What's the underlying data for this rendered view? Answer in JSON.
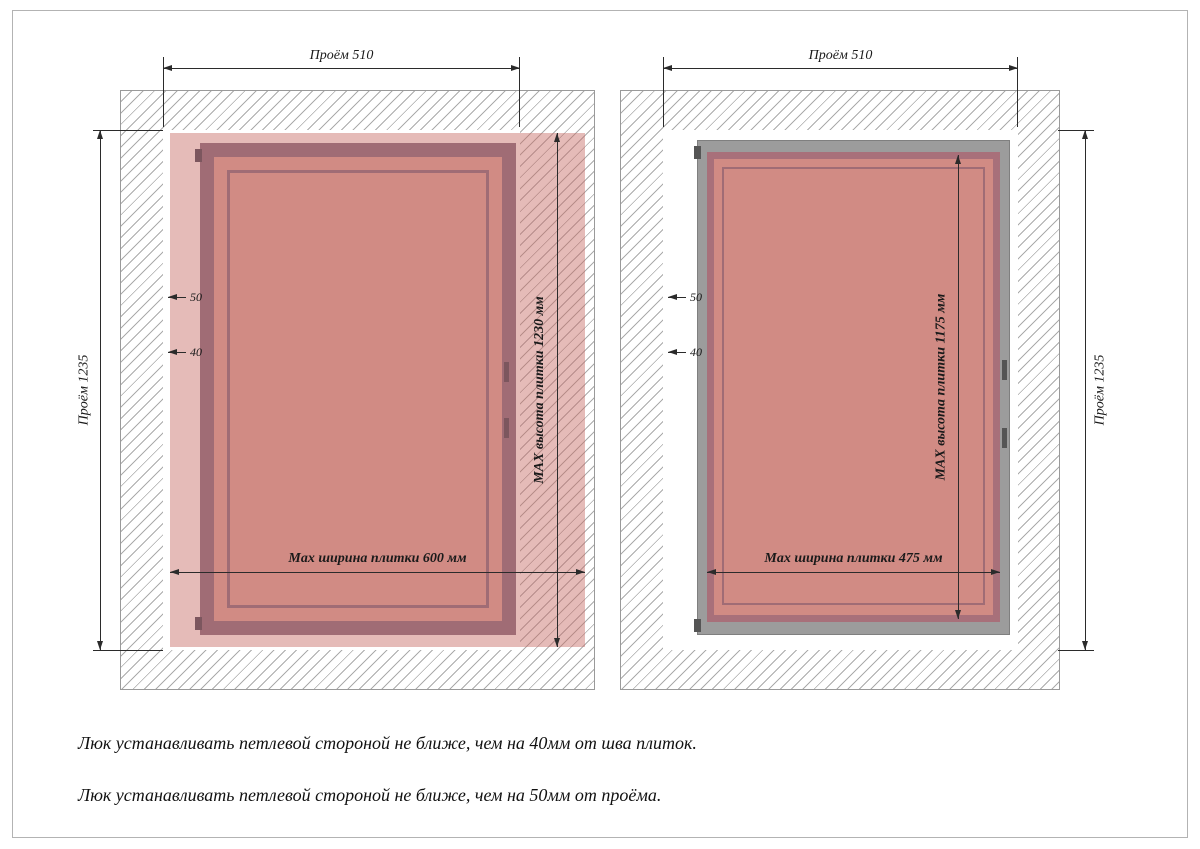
{
  "sheet": {
    "notes": [
      "Люк устанавливать петлевой стороной не ближе, чем на 40мм от шва плиток.",
      "Люк устанавливать петлевой стороной не ближе, чем на 50мм от проёма."
    ]
  },
  "left_view": {
    "opening_width": "Проём 510",
    "opening_height": "Проём 1235",
    "tile_height": "MAX высота плитки 1230 мм",
    "tile_width": "Max ширина плитки 600 мм",
    "offset_upper": "50",
    "offset_lower": "40"
  },
  "right_view": {
    "opening_width": "Проём 510",
    "opening_height": "Проём 1235",
    "tile_height": "MAX высота плитки 1175 мм",
    "tile_width": "Max ширина плитки 475 мм",
    "offset_upper": "50",
    "offset_lower": "40"
  },
  "colors": {
    "tile_pink": "#d18b84",
    "frame_mauve": "#a06c75",
    "metal_gray": "#9c9c9c",
    "hatch_gray": "#ababab",
    "dimension_line": "#2b2b2b"
  }
}
